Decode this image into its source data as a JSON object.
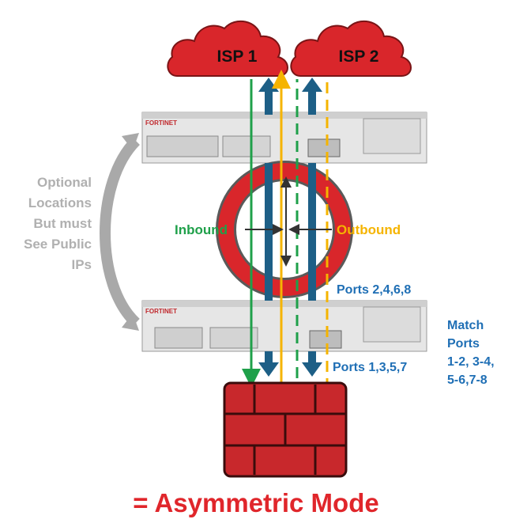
{
  "isp1": "ISP 1",
  "isp2": "ISP 2",
  "side_note": "Optional\nLocations\nBut must\nSee Public\nIPs",
  "inbound": "Inbound",
  "outbound": "Outbound",
  "ports_top": "Ports 2,4,6,8",
  "ports_bottom": "Ports 1,3,5,7",
  "match_ports": "Match\nPorts\n1-2, 3-4,\n5-6,7-8",
  "caption": "= Asymmetric Mode",
  "device_brand": "FORTINET",
  "colors": {
    "cloud_red": "#d9262b",
    "firewall_red": "#c8282c",
    "inbound_green": "#1fa04a",
    "outbound_yellow": "#f5b400",
    "arrow_blue": "#1d5f86",
    "label_blue": "#1f6fb5",
    "note_gray": "#b0b0b0",
    "caption_red": "#e0262b"
  },
  "icons": [
    "cloud-icon",
    "firewall-icon",
    "fortigate-appliance-icon",
    "curved-double-arrow-icon"
  ]
}
